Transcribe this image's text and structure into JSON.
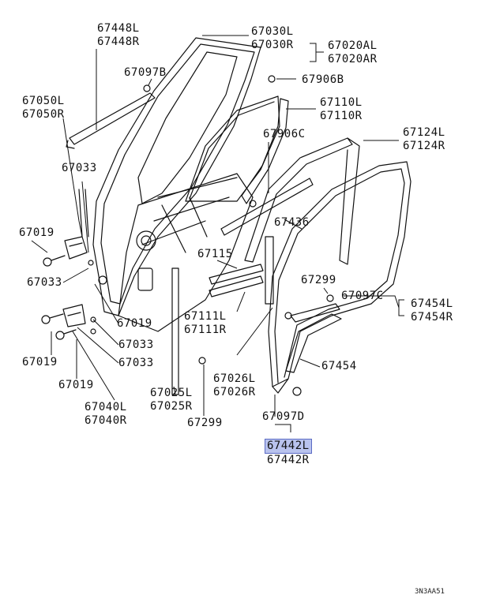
{
  "parts": {
    "p67448": [
      "67448L",
      "67448R"
    ],
    "p67030": [
      "67030L",
      "67030R"
    ],
    "p67020": [
      "67020AL",
      "67020AR"
    ],
    "p67097B": "67097B",
    "p67906B": "67906B",
    "p67050": [
      "67050L",
      "67050R"
    ],
    "p67110": [
      "67110L",
      "67110R"
    ],
    "p67906C": "67906C",
    "p67124": [
      "67124L",
      "67124R"
    ],
    "p67033a": "67033",
    "p67436": "67436",
    "p67019a": "67019",
    "p67115": "67115",
    "p67033b": "67033",
    "p67299a": "67299",
    "p67097C": "67097C",
    "p67454LR": [
      "67454L",
      "67454R"
    ],
    "p67111": [
      "67111L",
      "67111R"
    ],
    "p67019b": "67019",
    "p67033c": "67033",
    "p67454": "67454",
    "p67019c": "67019",
    "p67033d": "67033",
    "p67026": [
      "67026L",
      "67026R"
    ],
    "p67019d": "67019",
    "p67025": [
      "67025L",
      "67025R"
    ],
    "p67040": [
      "67040L",
      "67040R"
    ],
    "p67097D": "67097D",
    "p67299b": "67299",
    "p67442": [
      "67442L",
      "67442R"
    ]
  },
  "diagram_code": "3N3AA51",
  "highlight_color": "#b9c3ee"
}
